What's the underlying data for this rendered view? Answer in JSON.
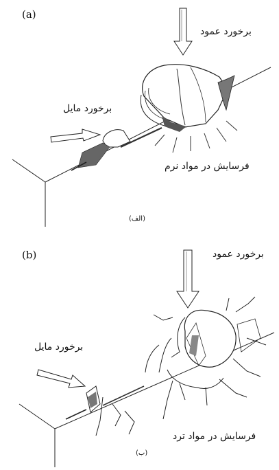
{
  "panel_a": {
    "tag": "(a)",
    "normal_impact": "برخورد عمود",
    "oblique_impact": "برخورد مایل",
    "material_note": "فرسایش در مواد نرم",
    "caption": "(الف)"
  },
  "panel_b": {
    "tag": "(b)",
    "normal_impact": "برخورد عمود",
    "oblique_impact": "برخورد مایل",
    "material_note": "فرسایش در مواد ترد",
    "caption": "(ب)"
  }
}
